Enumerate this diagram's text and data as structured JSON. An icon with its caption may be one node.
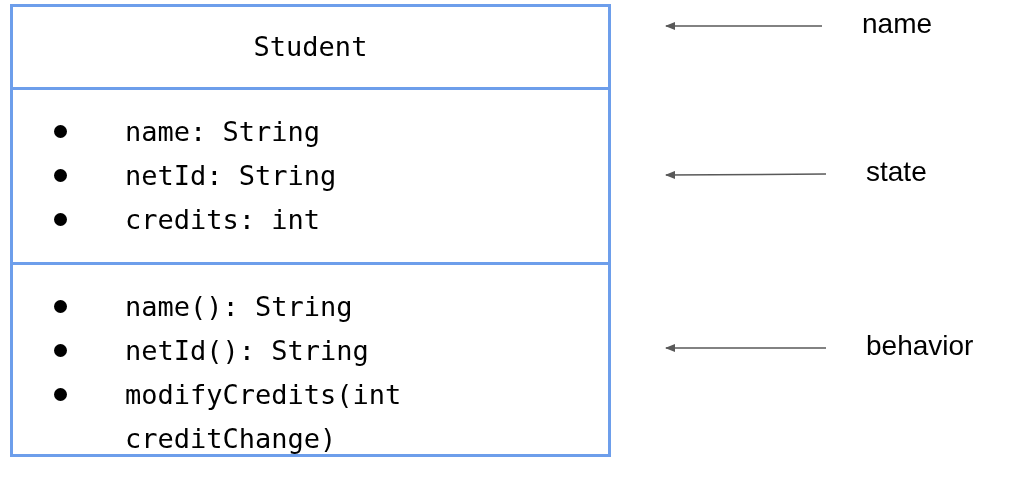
{
  "diagram": {
    "nodes": [
      {
        "text": [
          "Student"
        ]
      },
      {
        "text": [
          "name: String",
          "netId: String",
          "credits: int"
        ]
      },
      {
        "text": [
          "name(): String",
          "netId(): String",
          "modifyCredits(int creditChange)"
        ]
      },
      {
        "text": [
          "name"
        ]
      },
      {
        "text": [
          "state"
        ]
      },
      {
        "text": [
          "behavior"
        ]
      }
    ],
    "edges": [
      {
        "from": 3,
        "to": 0,
        "arrow": "to"
      },
      {
        "from": 4,
        "to": 1,
        "arrow": "to"
      },
      {
        "from": 5,
        "to": 2,
        "arrow": "to"
      }
    ]
  }
}
